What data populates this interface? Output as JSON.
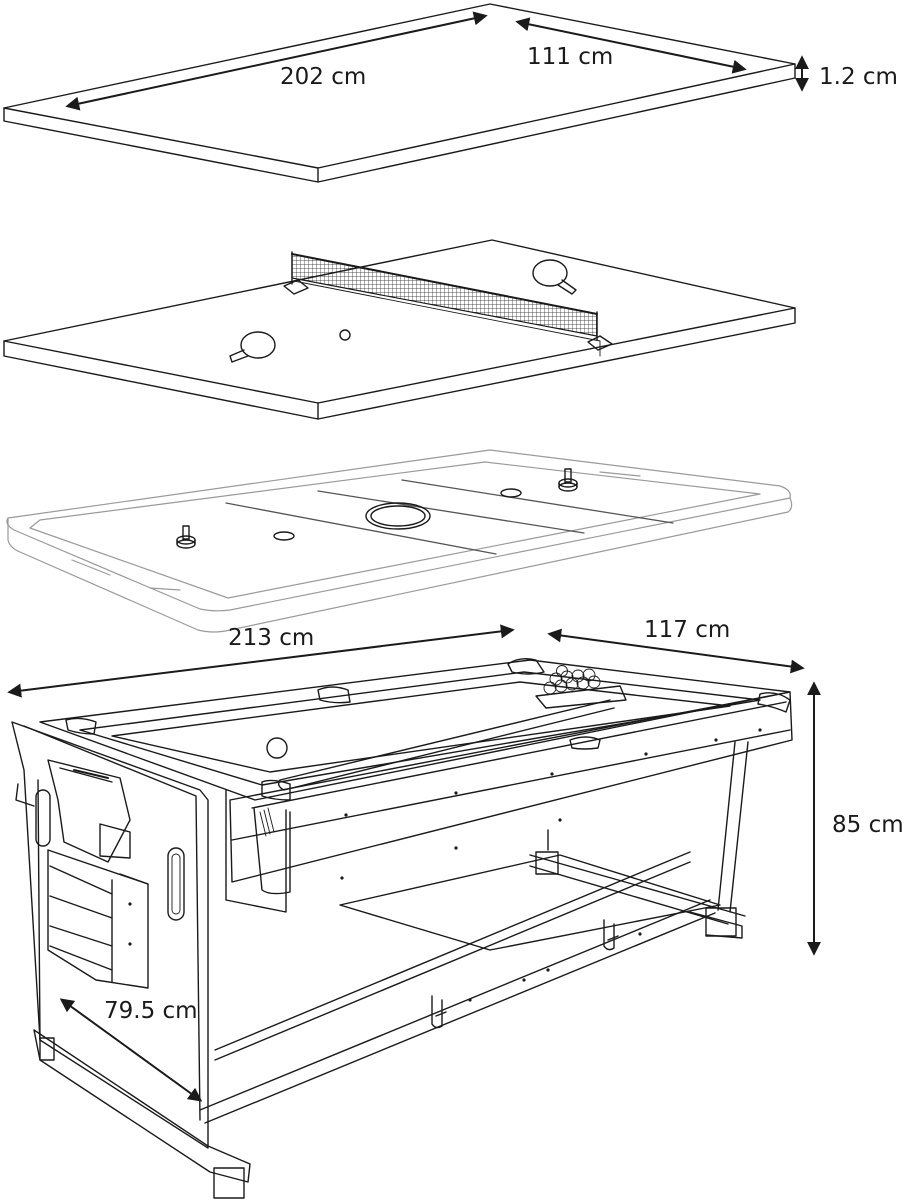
{
  "dimensions": {
    "top_length": "202 cm",
    "top_width": "111 cm",
    "top_thickness": "1.2 cm",
    "table_length": "213 cm",
    "table_width": "117 cm",
    "table_height": "85 cm",
    "end_width": "79.5 cm"
  },
  "colors": {
    "line": "#1a1a1a",
    "air_hockey_line": "#9a9a9a",
    "background": "#ffffff"
  },
  "icons": [
    "ping-pong-paddle-icon",
    "ping-pong-ball-icon",
    "air-hockey-striker-icon",
    "air-hockey-puck-icon",
    "billiard-ball-icon",
    "billiard-rack-icon",
    "cue-stick-icon"
  ]
}
